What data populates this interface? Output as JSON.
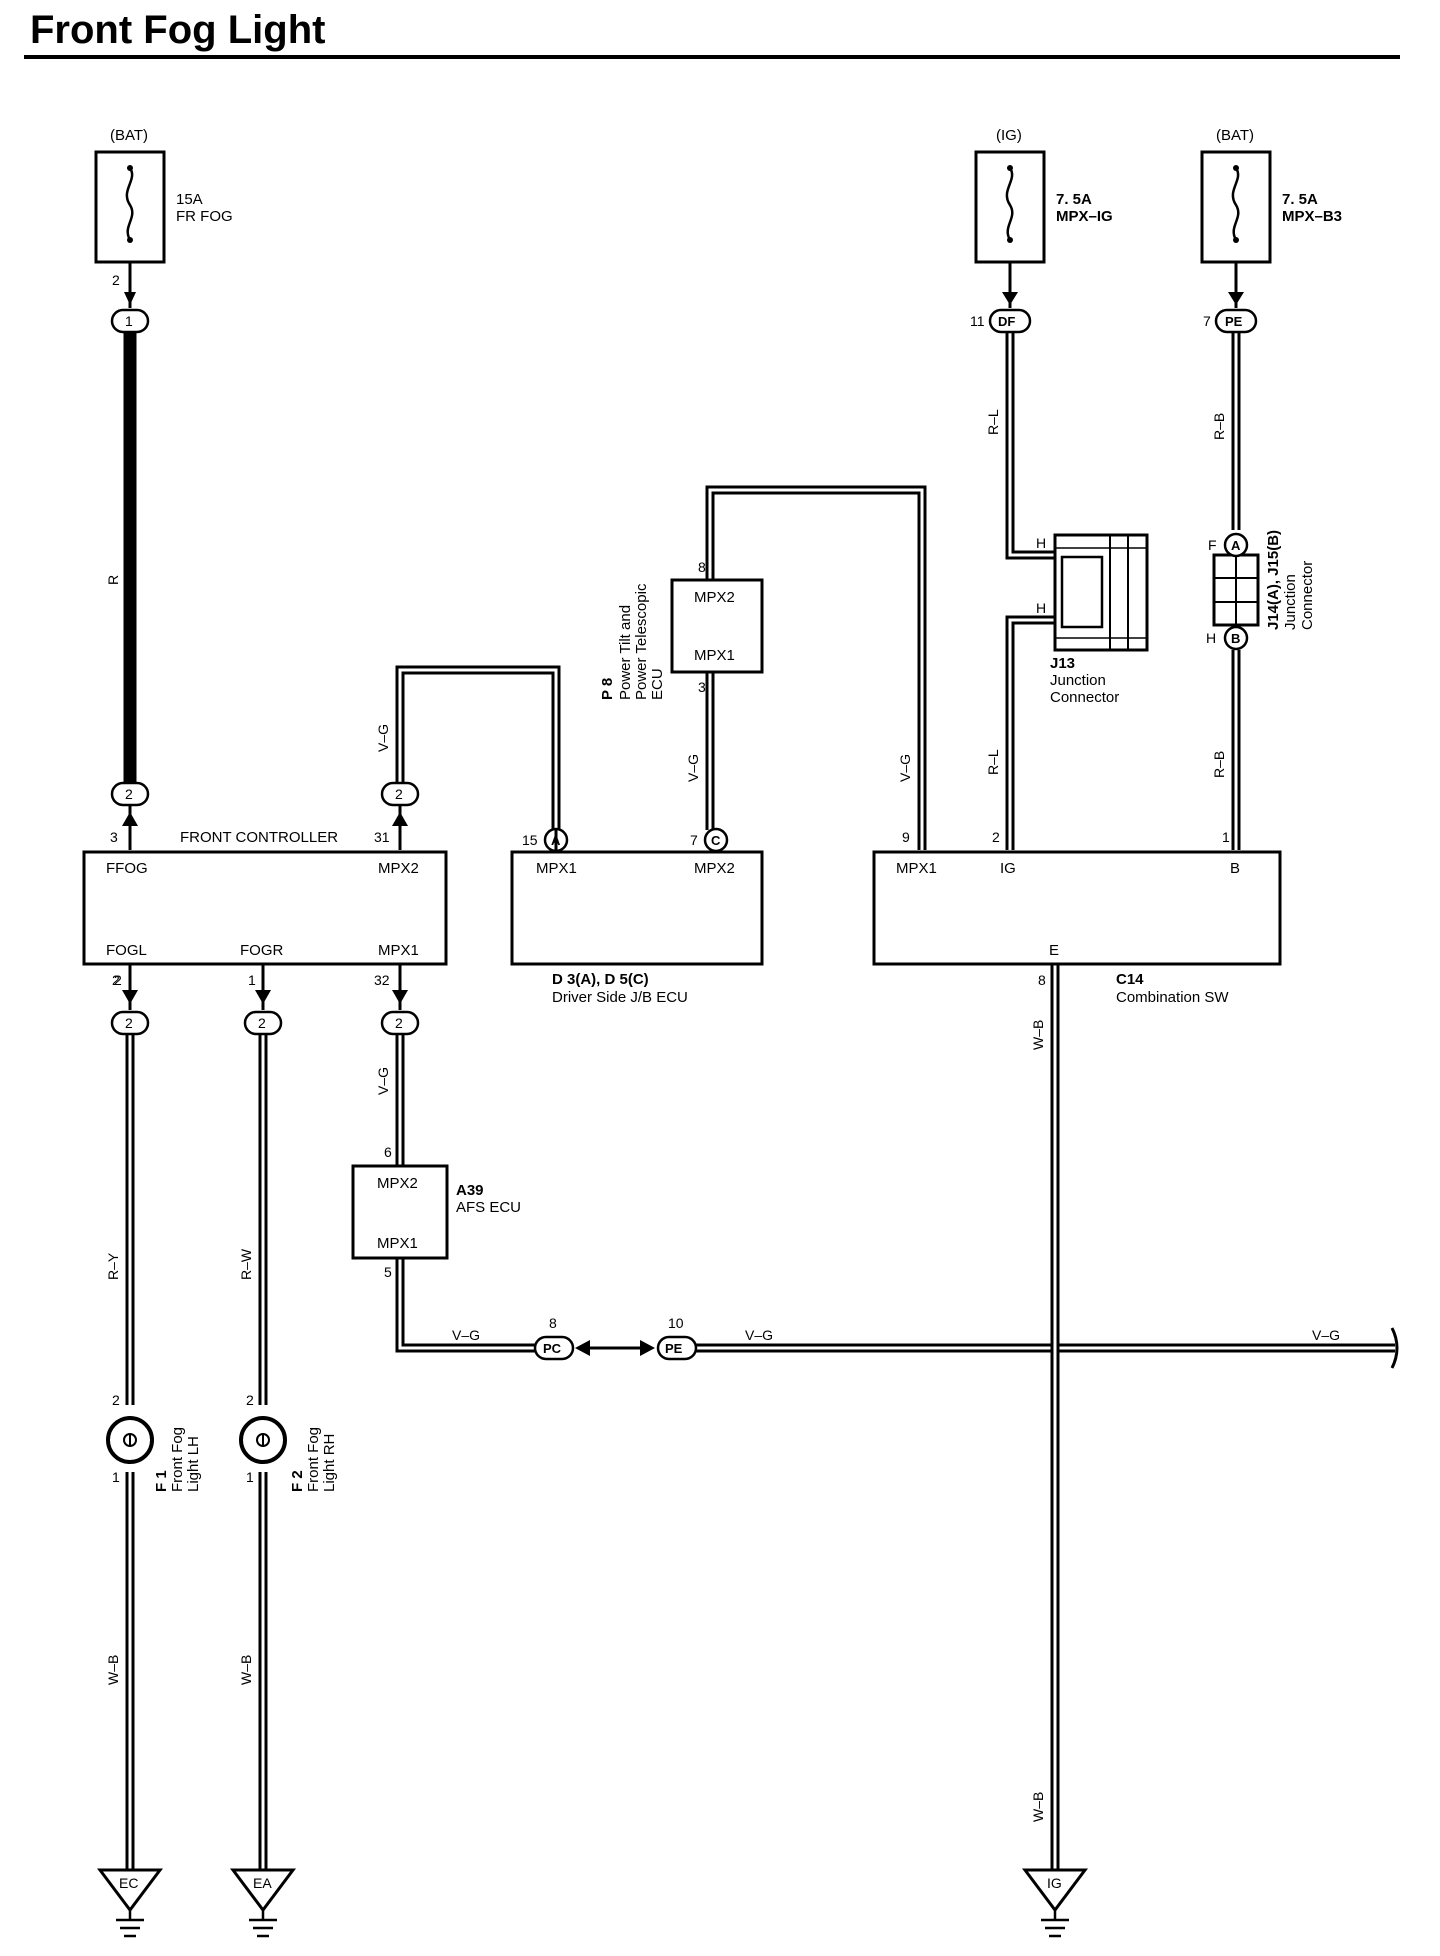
{
  "title": "Front Fog Light",
  "fuses": [
    {
      "supply": "(BAT)",
      "amp": "15A",
      "name": "FR FOG"
    },
    {
      "supply": "(IG)",
      "amp": "7. 5A",
      "name": "MPX–IG"
    },
    {
      "supply": "(BAT)",
      "amp": "7. 5A",
      "name": "MPX–B3"
    }
  ],
  "connectors": {
    "c1": "1",
    "c2": "2",
    "c3": "2",
    "c4": "2",
    "c5": "2",
    "c6": "2",
    "c_a": "A",
    "c_c": "C",
    "c_df": "DF",
    "c_pe": "PE",
    "c_ja": "A",
    "c_jb": "B",
    "c_pc": "PC",
    "c_pe2": "PE"
  },
  "pins": {
    "p_fuse1": "2",
    "p_ffog": "3",
    "p_mpx2fc": "31",
    "p_fogl": "2",
    "p_fogr": "1",
    "p_mpx1fc": "32",
    "p_d15": "15",
    "p_d7": "7",
    "p_p8": "8",
    "p_p3": "3",
    "p_df": "11",
    "p_pe": "7",
    "p_c9": "9",
    "p_c2": "2",
    "p_c1": "1",
    "p_e8": "8",
    "p_a6": "6",
    "p_a5": "5",
    "p_pc8": "8",
    "p_pe10": "10",
    "p_f1_2": "2",
    "p_f1_1": "1",
    "p_f2_2": "2",
    "p_f2_1": "1",
    "p_jh1": "H",
    "p_jh2": "H",
    "p_jf": "F",
    "p_jh3": "H"
  },
  "components": {
    "front_controller": {
      "title": "FRONT CONTROLLER",
      "ffog": "FFOG",
      "mpx2": "MPX2",
      "fogl": "FOGL",
      "fogr": "FOGR",
      "mpx1": "MPX1"
    },
    "driver_jb": {
      "mpx1": "MPX1",
      "mpx2": "MPX2",
      "code": "D 3(A), D 5(C)",
      "name": "Driver Side J/B ECU"
    },
    "combination_sw": {
      "mpx1": "MPX1",
      "ig": "IG",
      "b": "B",
      "e": "E",
      "code": "C14",
      "name": "Combination SW"
    },
    "p8": {
      "mpx2": "MPX2",
      "mpx1": "MPX1",
      "code": "P 8",
      "name1": "Power Tilt and",
      "name2": "Power Telescopic",
      "name3": "ECU"
    },
    "a39": {
      "mpx2": "MPX2",
      "mpx1": "MPX1",
      "code": "A39",
      "name": "AFS ECU"
    },
    "j13": {
      "code": "J13",
      "name1": "Junction",
      "name2": "Connector"
    },
    "j14": {
      "code": "J14(A), J15(B)",
      "name1": "Junction",
      "name2": "Connector"
    },
    "f1": {
      "code": "F 1",
      "name1": "Front Fog",
      "name2": "Light LH"
    },
    "f2": {
      "code": "F 2",
      "name1": "Front Fog",
      "name2": "Light RH"
    }
  },
  "wire_colors": {
    "r": "R",
    "vg1": "V–G",
    "vg2": "V–G",
    "vg3": "V–G",
    "vg4": "V–G",
    "vg5": "V–G",
    "vg6": "V–G",
    "vg7": "V–G",
    "rl1": "R–L",
    "rl2": "R–L",
    "rb1": "R–B",
    "rb2": "R–B",
    "ry": "R–Y",
    "rw": "R–W",
    "wb1": "W–B",
    "wb2": "W–B",
    "wb3": "W–B",
    "wb4": "W–B"
  },
  "grounds": {
    "ec": "EC",
    "ea": "EA",
    "ig": "IG"
  }
}
